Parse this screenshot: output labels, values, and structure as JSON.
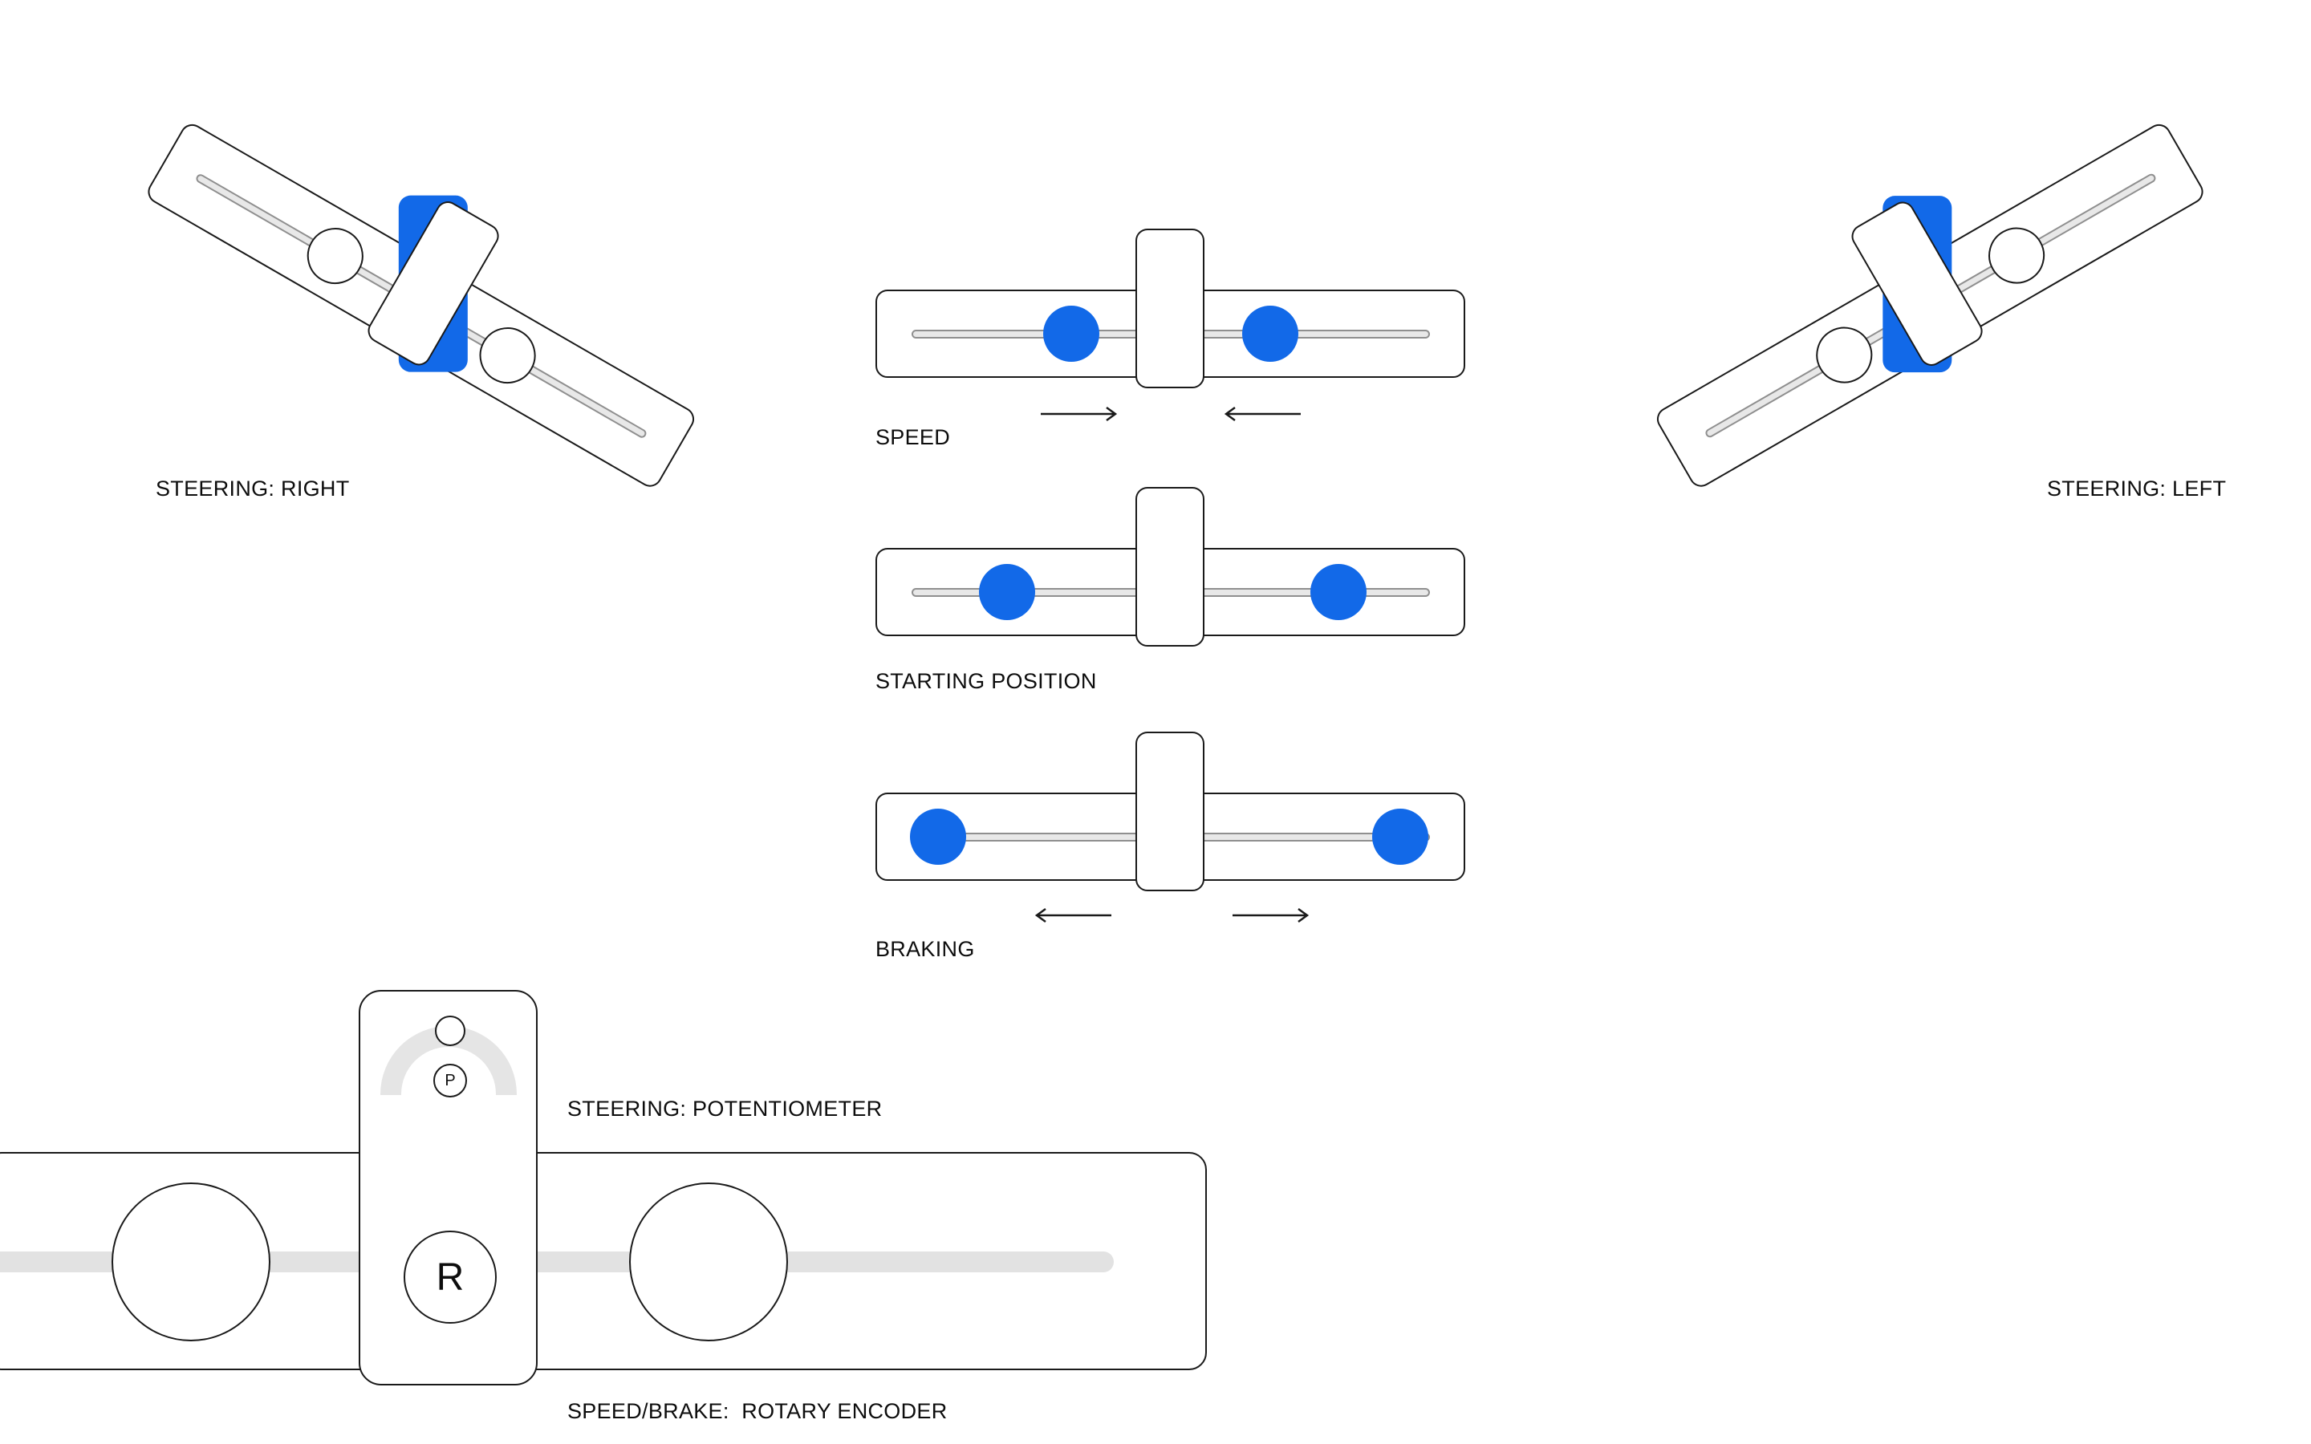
{
  "colors": {
    "blue": "#1269E8",
    "line": "#1a1a1a",
    "rail_fill": "#e8e8e8",
    "rail_stroke": "#8f8f8f",
    "big_rail": "#e2e2e2",
    "arc": "#e5e5e5"
  },
  "labels": {
    "steering_right": "STEERING: RIGHT",
    "steering_left": "STEERING: LEFT",
    "speed": "SPEED",
    "starting_position": "STARTING POSITION",
    "braking": "BRAKING",
    "potentiometer": "STEERING: POTENTIOMETER",
    "rotary_encoder": "SPEED/BRAKE:  ROTARY ENCODER",
    "pot_letter": "P",
    "encoder_letter": "R"
  }
}
